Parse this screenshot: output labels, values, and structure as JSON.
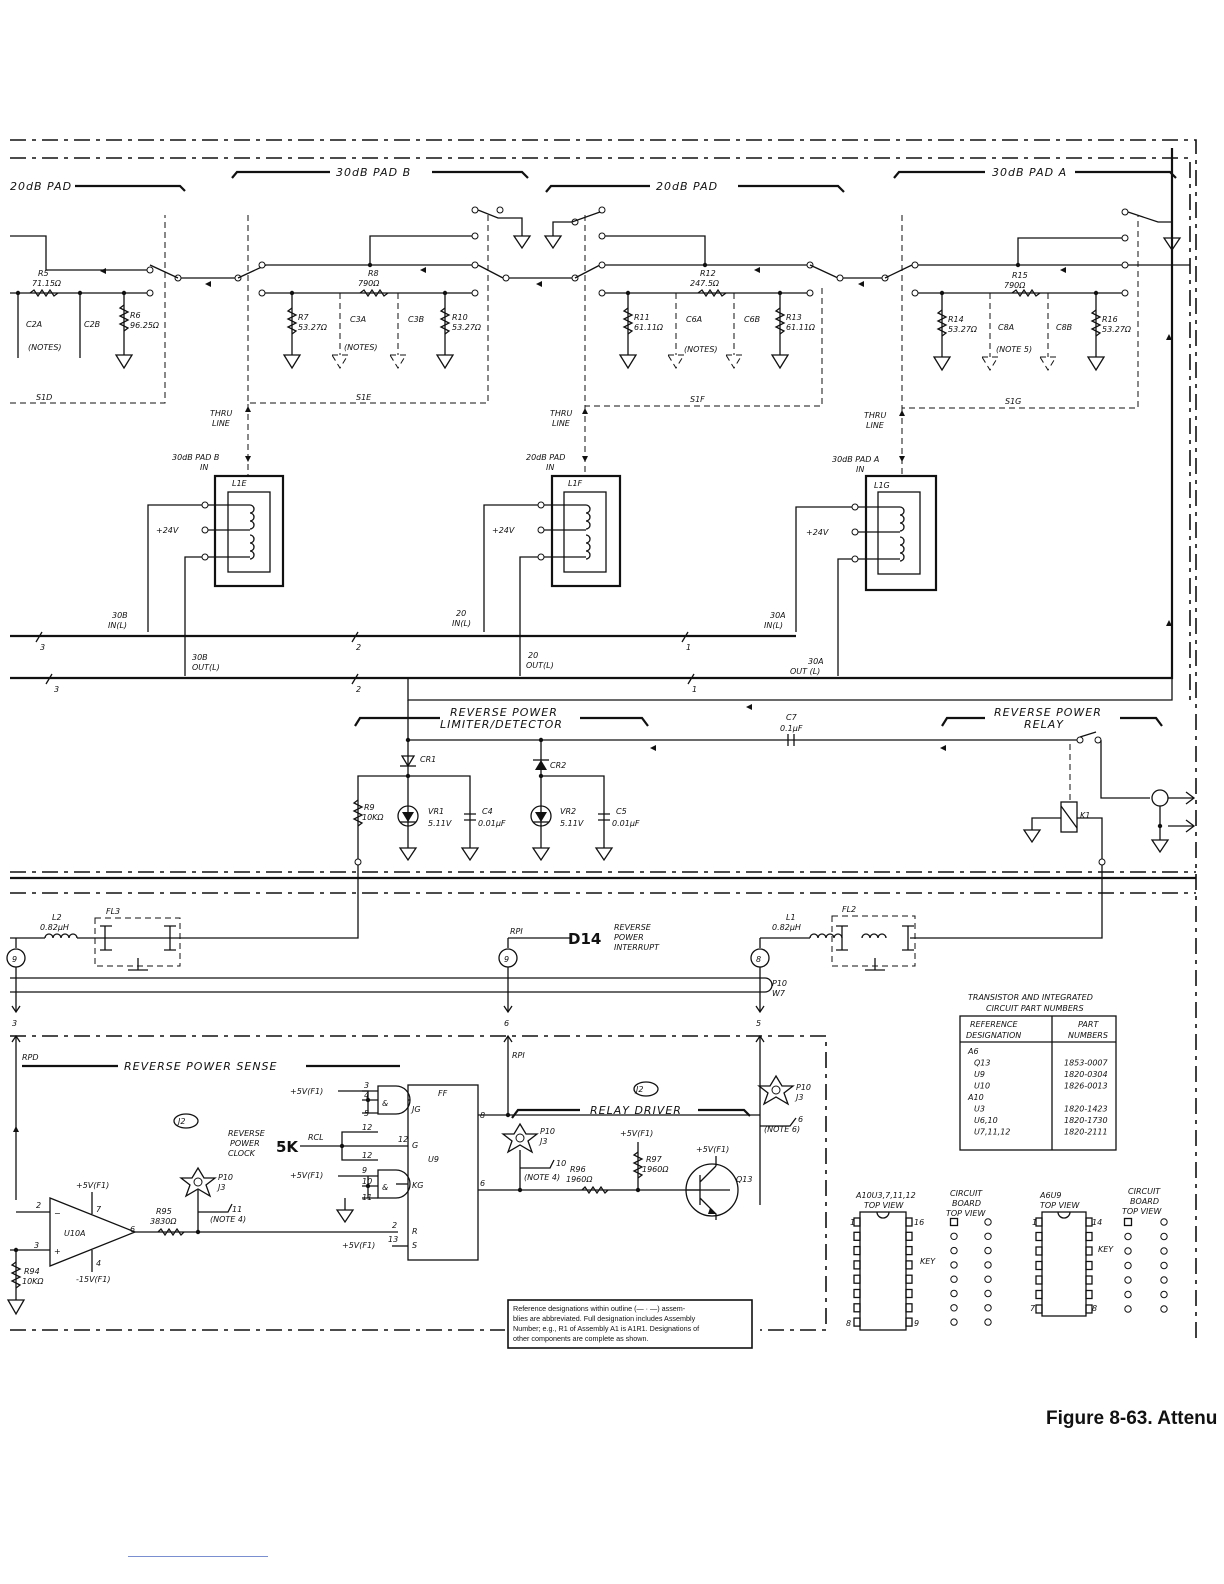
{
  "sections": {
    "pad_d": "20dB PAD",
    "pad_b": "30dB PAD B",
    "pad_20": "20dB PAD",
    "pad_a": "30dB PAD A"
  },
  "resistors": {
    "r5": "R5",
    "r5v": "71.15Ω",
    "r6": "R6",
    "r6v": "96.25Ω",
    "r7": "R7",
    "r7v": "53.27Ω",
    "r8": "R8",
    "r8v": "790Ω",
    "r10": "R10",
    "r10v": "53.27Ω",
    "r11": "R11",
    "r11v": "61.11Ω",
    "r12": "R12",
    "r12v": "247.5Ω",
    "r13": "R13",
    "r13v": "61.11Ω",
    "r14": "R14",
    "r14v": "53.27Ω",
    "r15": "R15",
    "r15v": "790Ω",
    "r16": "R16",
    "r16v": "53.27Ω",
    "r9": "R9",
    "r9v": "10KΩ",
    "r94": "R94",
    "r94v": "10KΩ",
    "r95": "R95",
    "r95v": "3830Ω",
    "r96": "R96",
    "r96v": "1960Ω",
    "r97": "R97",
    "r97v": "1960Ω"
  },
  "caps": {
    "c2a": "C2A",
    "c2b": "C2B",
    "c3a": "C3A",
    "c3b": "C3B",
    "c6a": "C6A",
    "c6b": "C6B",
    "c8a": "C8A",
    "c8b": "C8B",
    "c4": "C4",
    "c4v": "0.01μF",
    "c5": "C5",
    "c5v": "0.01μF",
    "c7": "C7",
    "c7v": "0.1μF"
  },
  "notes": {
    "notes": "(NOTES)",
    "note5": "(NOTE 5)",
    "note4": "(NOTE 4)",
    "note6": "(NOTE 6)"
  },
  "switches": {
    "s1d": "S1D",
    "s1e": "S1E",
    "s1f": "S1F",
    "s1g": "S1G"
  },
  "thru_line": [
    "THRU",
    "LINE"
  ],
  "coils": {
    "pad_b_in": [
      "30dB PAD B",
      "IN"
    ],
    "l1e": "L1E",
    "pad_20_in": [
      "20dB PAD",
      "IN"
    ],
    "l1f": "L1F",
    "pad_a_in": [
      "30dB PAD A",
      "IN"
    ],
    "l1g": "L1G",
    "p24": "+24V"
  },
  "bus": {
    "b30_in": [
      "30B",
      "IN(L)"
    ],
    "b20_in": [
      "20",
      "IN(L)"
    ],
    "a30_in": [
      "30A",
      "IN(L)"
    ],
    "b30_out": [
      "30B",
      "OUT(L)"
    ],
    "b20_out": [
      "20",
      "OUT(L)"
    ],
    "a30_out": [
      "30A",
      "OUT (L)"
    ],
    "n3": "3",
    "n2": "2",
    "n1": "1"
  },
  "limiter": {
    "title": [
      "REVERSE POWER",
      "LIMITER/DETECTOR"
    ],
    "cr1": "CR1",
    "cr2": "CR2",
    "vr1": "VR1",
    "vr1v": "5.11V",
    "vr2": "VR2",
    "vr2v": "5.11V"
  },
  "relay": {
    "title": [
      "REVERSE POWER",
      "RELAY"
    ],
    "k1": "K1"
  },
  "filters": {
    "l2": "L2",
    "l2v": "0.82μH",
    "fl3": "FL3",
    "l1": "L1",
    "l1v": "0.82μH",
    "fl2": "FL2",
    "rpi": "RPI",
    "d14": "D14",
    "d14_text": [
      "REVERSE",
      "POWER",
      "INTERRUPT"
    ],
    "p10w7": [
      "P10",
      "W7"
    ],
    "pin9a": "9",
    "pin9b": "9",
    "pin8": "8",
    "pin3": "3",
    "pin6": "6",
    "pin5": "5"
  },
  "sense": {
    "rpd": "RPD",
    "rpi": "RPI",
    "title": "REVERSE POWER SENSE",
    "j2": "J2",
    "rev_clock": [
      "REVERSE",
      "POWER",
      "CLOCK"
    ],
    "k5": "5K",
    "rcl": "RCL",
    "p5a": "+5V(F1)",
    "p5b": "+5V(F1)",
    "p5c": "+5V(F1)",
    "p5d": "+5V(F1)",
    "p5e": "+5V(F1)",
    "m15": "-15V(F1)",
    "u10a": "U10A",
    "u9": "U9",
    "ff": "FF",
    "jg": "JG",
    "kg": "KG",
    "g": "G",
    "r": "R",
    "s": "S",
    "amp": "&",
    "pins": [
      "3",
      "4",
      "5",
      "12",
      "12",
      "9",
      "10",
      "11",
      "2",
      "13",
      "8",
      "6",
      "7",
      "6",
      "2",
      "3",
      "4"
    ],
    "p10j3": [
      "P10",
      "J3"
    ],
    "relay_driver": "RELAY DRIVER",
    "q13": "Q13",
    "pin10": "10",
    "pin11": "11",
    "pin6b": "6"
  },
  "table": {
    "title": [
      "TRANSISTOR AND INTEGRATED",
      "CIRCUIT PART NUMBERS"
    ],
    "h1": [
      "REFERENCE",
      "DESIGNATION"
    ],
    "h2": [
      "PART",
      "NUMBERS"
    ],
    "rows": [
      [
        "A6",
        ""
      ],
      [
        "Q13",
        "1853-0007"
      ],
      [
        "U9",
        "1820-0304"
      ],
      [
        "U10",
        "1826-0013"
      ],
      [
        "A10",
        ""
      ],
      [
        "U3",
        "1820-1423"
      ],
      [
        "U6,10",
        "1820-1730"
      ],
      [
        "U7,11,12",
        "1820-2111"
      ]
    ]
  },
  "packages": {
    "a10": [
      "A10U3,7,11,12",
      "TOP VIEW"
    ],
    "a6": [
      "A6U9",
      "TOP VIEW"
    ],
    "cb": [
      "CIRCUIT",
      "BOARD",
      "TOP VIEW"
    ],
    "key": "KEY",
    "p1": "1",
    "p16": "16",
    "p8": "8",
    "p9": "9",
    "p7": "7",
    "p14": "14"
  },
  "note_box": [
    "Reference designations within outline (— · —) assem-",
    "blies are abbreviated. Full designation includes Assembly",
    "Number; e.g., R1 of Assembly A1 is A1R1. Designations of",
    "other components are complete as shown."
  ],
  "caption": "Figure 8-63.  Attenu"
}
